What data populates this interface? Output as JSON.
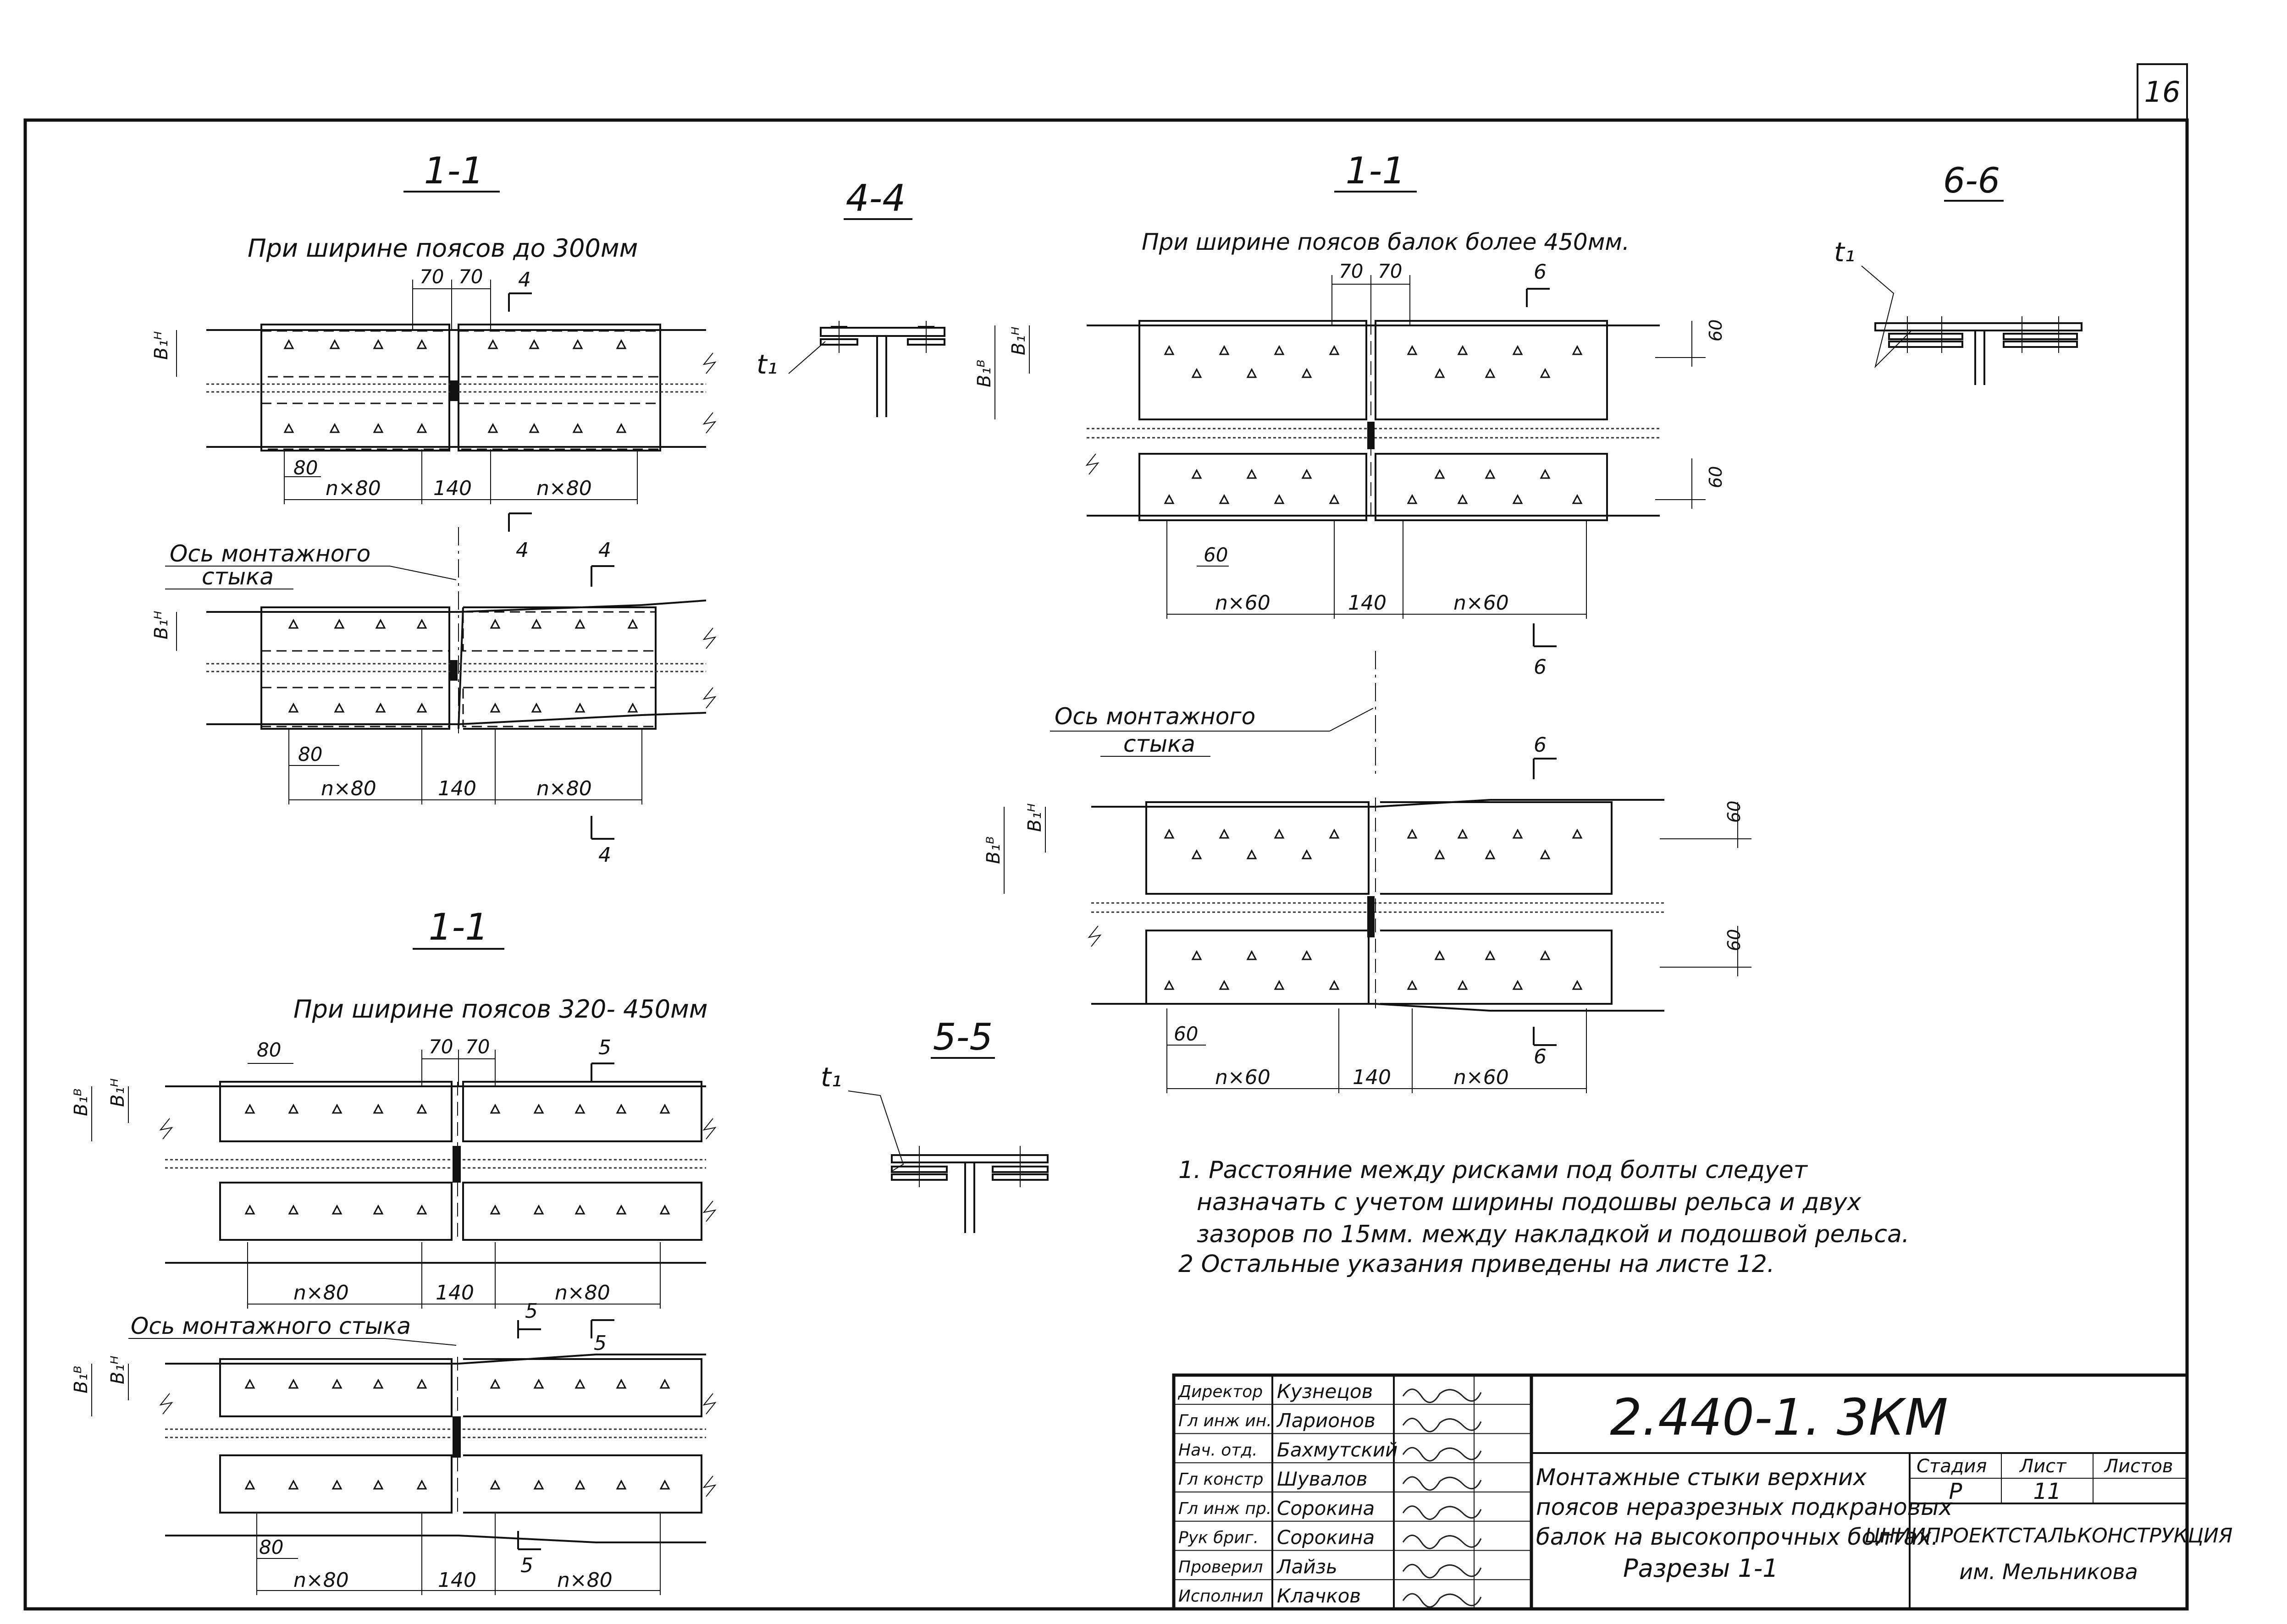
{
  "sheet_number": "16",
  "views": {
    "tl": {
      "title": "1-1",
      "subtitle": "При ширине поясов до 300мм",
      "dim_70a": "70",
      "dim_70b": "70",
      "cut_4": "4",
      "dim_bh": "B₁ᴴ",
      "dim_80": "80",
      "dim_n80_left": "n×80",
      "dim_140": "140",
      "dim_n80_right": "n×80"
    },
    "tl2": {
      "axis_label_1": "Ось монтажного",
      "axis_label_2": "стыка",
      "cut_4": "4",
      "dim_bh": "B₁ᴴ",
      "dim_80": "80",
      "dim_n80_left": "n×80",
      "dim_140": "140",
      "dim_n80_right": "n×80"
    },
    "s44": {
      "title": "4-4",
      "t1": "t₁"
    },
    "tr": {
      "title": "1-1",
      "subtitle": "При ширине поясов балок более 450мм.",
      "dim_70a": "70",
      "dim_70b": "70",
      "cut_6": "6",
      "dim_bb": "B₁ᴮ",
      "dim_bh": "B₁ᴴ",
      "dim_60_side": "60",
      "dim_60": "60",
      "dim_n60_left": "n×60",
      "dim_140": "140",
      "dim_n60_right": "n×60"
    },
    "tr2": {
      "axis_label_1": "Ось монтажного",
      "axis_label_2": "стыка",
      "cut_6": "6",
      "dim_bb": "B₁ᴮ",
      "dim_bh": "B₁ᴴ",
      "dim_60_side": "60",
      "dim_60": "60",
      "dim_n60_left": "n×60",
      "dim_140": "140",
      "dim_n60_right": "n×60"
    },
    "s66": {
      "title": "6-6",
      "t1": "t₁"
    },
    "bl": {
      "title": "1-1",
      "subtitle": "При ширине поясов 320- 450мм",
      "dim_80_top": "80",
      "dim_70a": "70",
      "dim_70b": "70",
      "cut_5": "5",
      "dim_bb": "B₁ᴮ",
      "dim_bh": "B₁ᴴ",
      "dim_n80_left": "n×80",
      "dim_140": "140",
      "dim_n80_right": "n×80"
    },
    "bl2": {
      "axis_label": "Ось монтажного стыка",
      "cut_5": "5",
      "dim_bb": "B₁ᴮ",
      "dim_bh": "B₁ᴴ",
      "dim_80": "80",
      "dim_n80_left": "n×80",
      "dim_140": "140",
      "dim_n80_right": "n×80"
    },
    "s55": {
      "title": "5-5",
      "t1": "t₁"
    }
  },
  "notes": [
    "1. Расстояние между рисками под болты следует",
    "назначать с учетом ширины подошвы рельса и двух",
    "зазоров по 15мм. между накладкой и подошвой рельса.",
    "2 Остальные указания приведены на листе 12."
  ],
  "title_block": {
    "code": "2.440-1. 3КМ",
    "title_lines": [
      "Монтажные стыки верхних",
      "поясов неразрезных подкрановых",
      "балок на высокопрочных болтах.",
      "Разрезы 1-1"
    ],
    "stage_label": "Стадия",
    "sheet_label": "Лист",
    "sheets_label": "Листов",
    "stage": "Р",
    "sheet": "11",
    "org_1": "ЦНИИПРОЕКТСТАЛЬКОНСТРУКЦИЯ",
    "org_2": "им. Мельникова",
    "staff": [
      {
        "role": "Директор",
        "name": "Кузнецов"
      },
      {
        "role": "Гл инж ин.",
        "name": "Ларионов"
      },
      {
        "role": "Нач. отд.",
        "name": "Бахмутский"
      },
      {
        "role": "Гл констр",
        "name": "Шувалов"
      },
      {
        "role": "Гл инж пр.",
        "name": "Сорокина"
      },
      {
        "role": "Рук бриг.",
        "name": "Сорокина"
      },
      {
        "role": "Проверил",
        "name": "Лайзь"
      },
      {
        "role": "Исполнил",
        "name": "Клачков"
      }
    ]
  }
}
